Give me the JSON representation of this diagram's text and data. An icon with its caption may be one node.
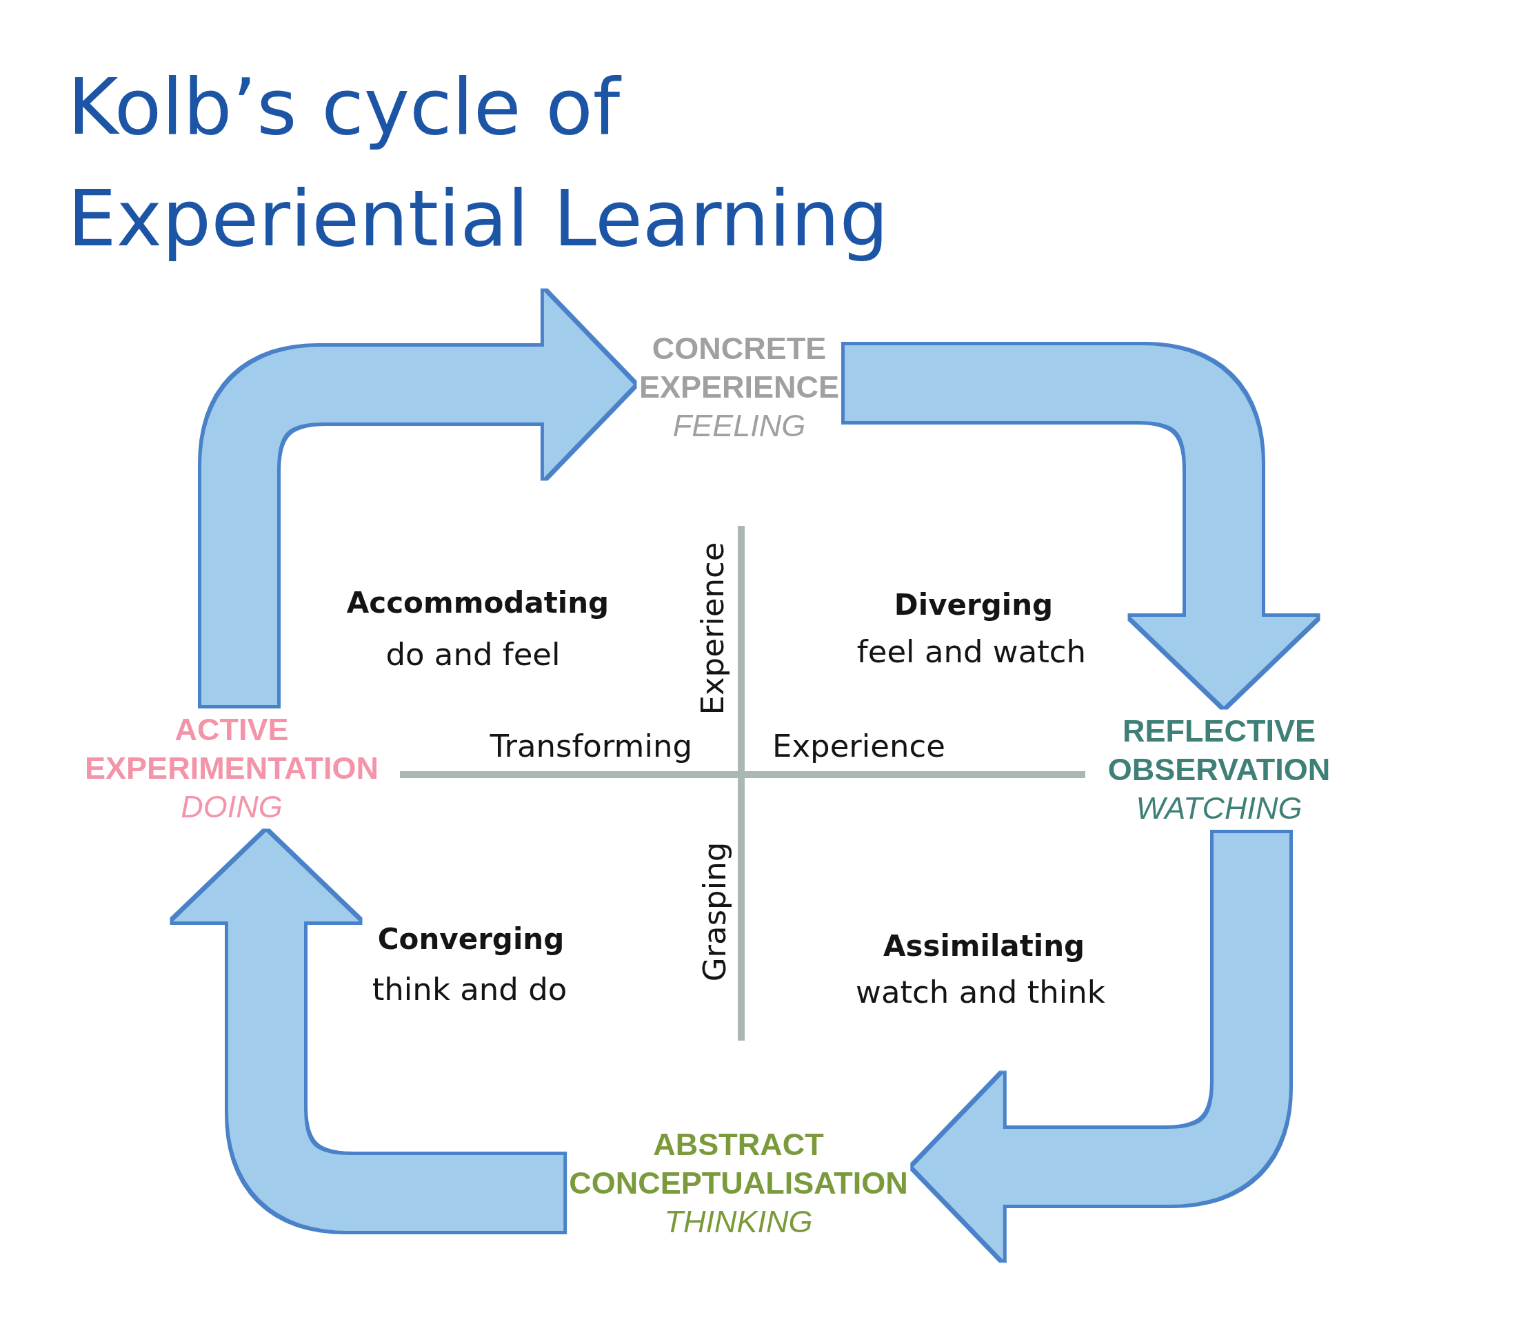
{
  "diagram": {
    "title": "Kolb’s cycle of Experiential Learning",
    "nodes": [
      {
        "text": [
          "CONCRETE EXPERIENCE",
          "FEELING"
        ]
      },
      {
        "text": [
          "ACTIVE EXPERIMENTATION",
          "DOING"
        ]
      },
      {
        "text": [
          "REFLECTIVE OBSERVATION",
          "WATCHING"
        ]
      },
      {
        "text": [
          "ABSTRACT CONCEPTUALISATION",
          "THINKING"
        ]
      }
    ],
    "edges": [
      {
        "from": 0,
        "to": 2,
        "arrow": "to"
      },
      {
        "from": 2,
        "to": 3,
        "arrow": "to"
      },
      {
        "from": 3,
        "to": 1,
        "arrow": "to"
      },
      {
        "from": 1,
        "to": 0,
        "arrow": "to"
      }
    ],
    "labels": [
      "Accommodating",
      "do and feel",
      "Experience",
      "Diverging",
      "feel and watch",
      "Transforming",
      "Experience",
      "Grasping",
      "Converging",
      "think and do",
      "Assimilating",
      "watch and think"
    ]
  }
}
